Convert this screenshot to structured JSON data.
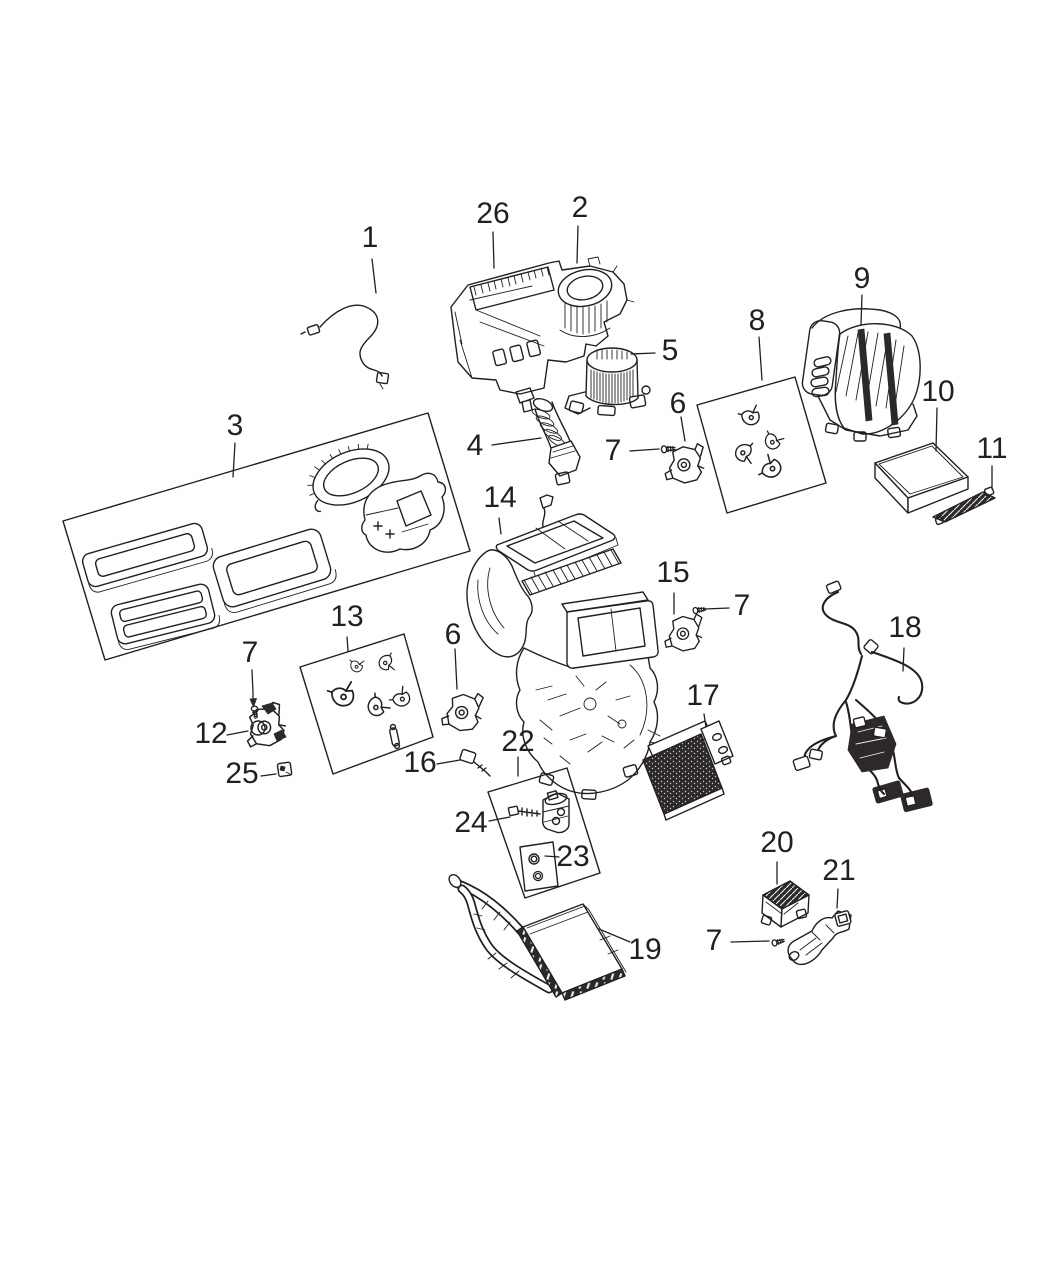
{
  "figure": {
    "background_color": "#ffffff",
    "ink_color": "#231f20",
    "callouts": [
      {
        "label": "1"
      },
      {
        "label": "26"
      },
      {
        "label": "2"
      },
      {
        "label": "5"
      },
      {
        "label": "4"
      },
      {
        "label": "7"
      },
      {
        "label": "6"
      },
      {
        "label": "8"
      },
      {
        "label": "9"
      },
      {
        "label": "10"
      },
      {
        "label": "11"
      },
      {
        "label": "3"
      },
      {
        "label": "14"
      },
      {
        "label": "15"
      },
      {
        "label": "7"
      },
      {
        "label": "13"
      },
      {
        "label": "7"
      },
      {
        "label": "12"
      },
      {
        "label": "25"
      },
      {
        "label": "6"
      },
      {
        "label": "16"
      },
      {
        "label": "22"
      },
      {
        "label": "24"
      },
      {
        "label": "23"
      },
      {
        "label": "17"
      },
      {
        "label": "19"
      },
      {
        "label": "18"
      },
      {
        "label": "20"
      },
      {
        "label": "21"
      },
      {
        "label": "7"
      }
    ]
  }
}
